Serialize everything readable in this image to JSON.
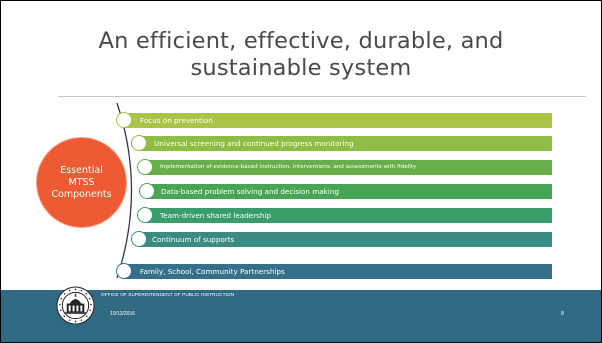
{
  "slide": {
    "title_line1": "An efficient, effective, durable, and",
    "title_line2": "sustainable system",
    "circle": {
      "line1": "Essential",
      "line2": "MTSS",
      "line3": "Components",
      "color": "#ee5a33"
    },
    "components": [
      {
        "label": "Focus on prevention",
        "color": "#a9c447"
      },
      {
        "label": "Universal screening and continued progress monitoring",
        "color": "#8dbd44"
      },
      {
        "label": "Implementation of evidence-based instruction, interventions, and assessments with fidelity",
        "color": "#6aae4c"
      },
      {
        "label": "Data-based problem solving and decision making",
        "color": "#48a556"
      },
      {
        "label": "Team-driven shared leadership",
        "color": "#3a9c6b"
      },
      {
        "label": "Continuum of supports",
        "color": "#3a8c82"
      },
      {
        "label": "Family, School, Community Partnerships",
        "color": "#35708a"
      }
    ],
    "footer": {
      "office": "OFFICE OF SUPERINTENDENT OF PUBLIC INSTRUCTION",
      "date": "10/13/2016",
      "page_number": "8",
      "color": "#2f6a82",
      "seal_text_top": "SUPERINTENDENT OF PUBLIC INSTRUCTION",
      "seal_text_bottom": "WASHINGTON"
    }
  }
}
